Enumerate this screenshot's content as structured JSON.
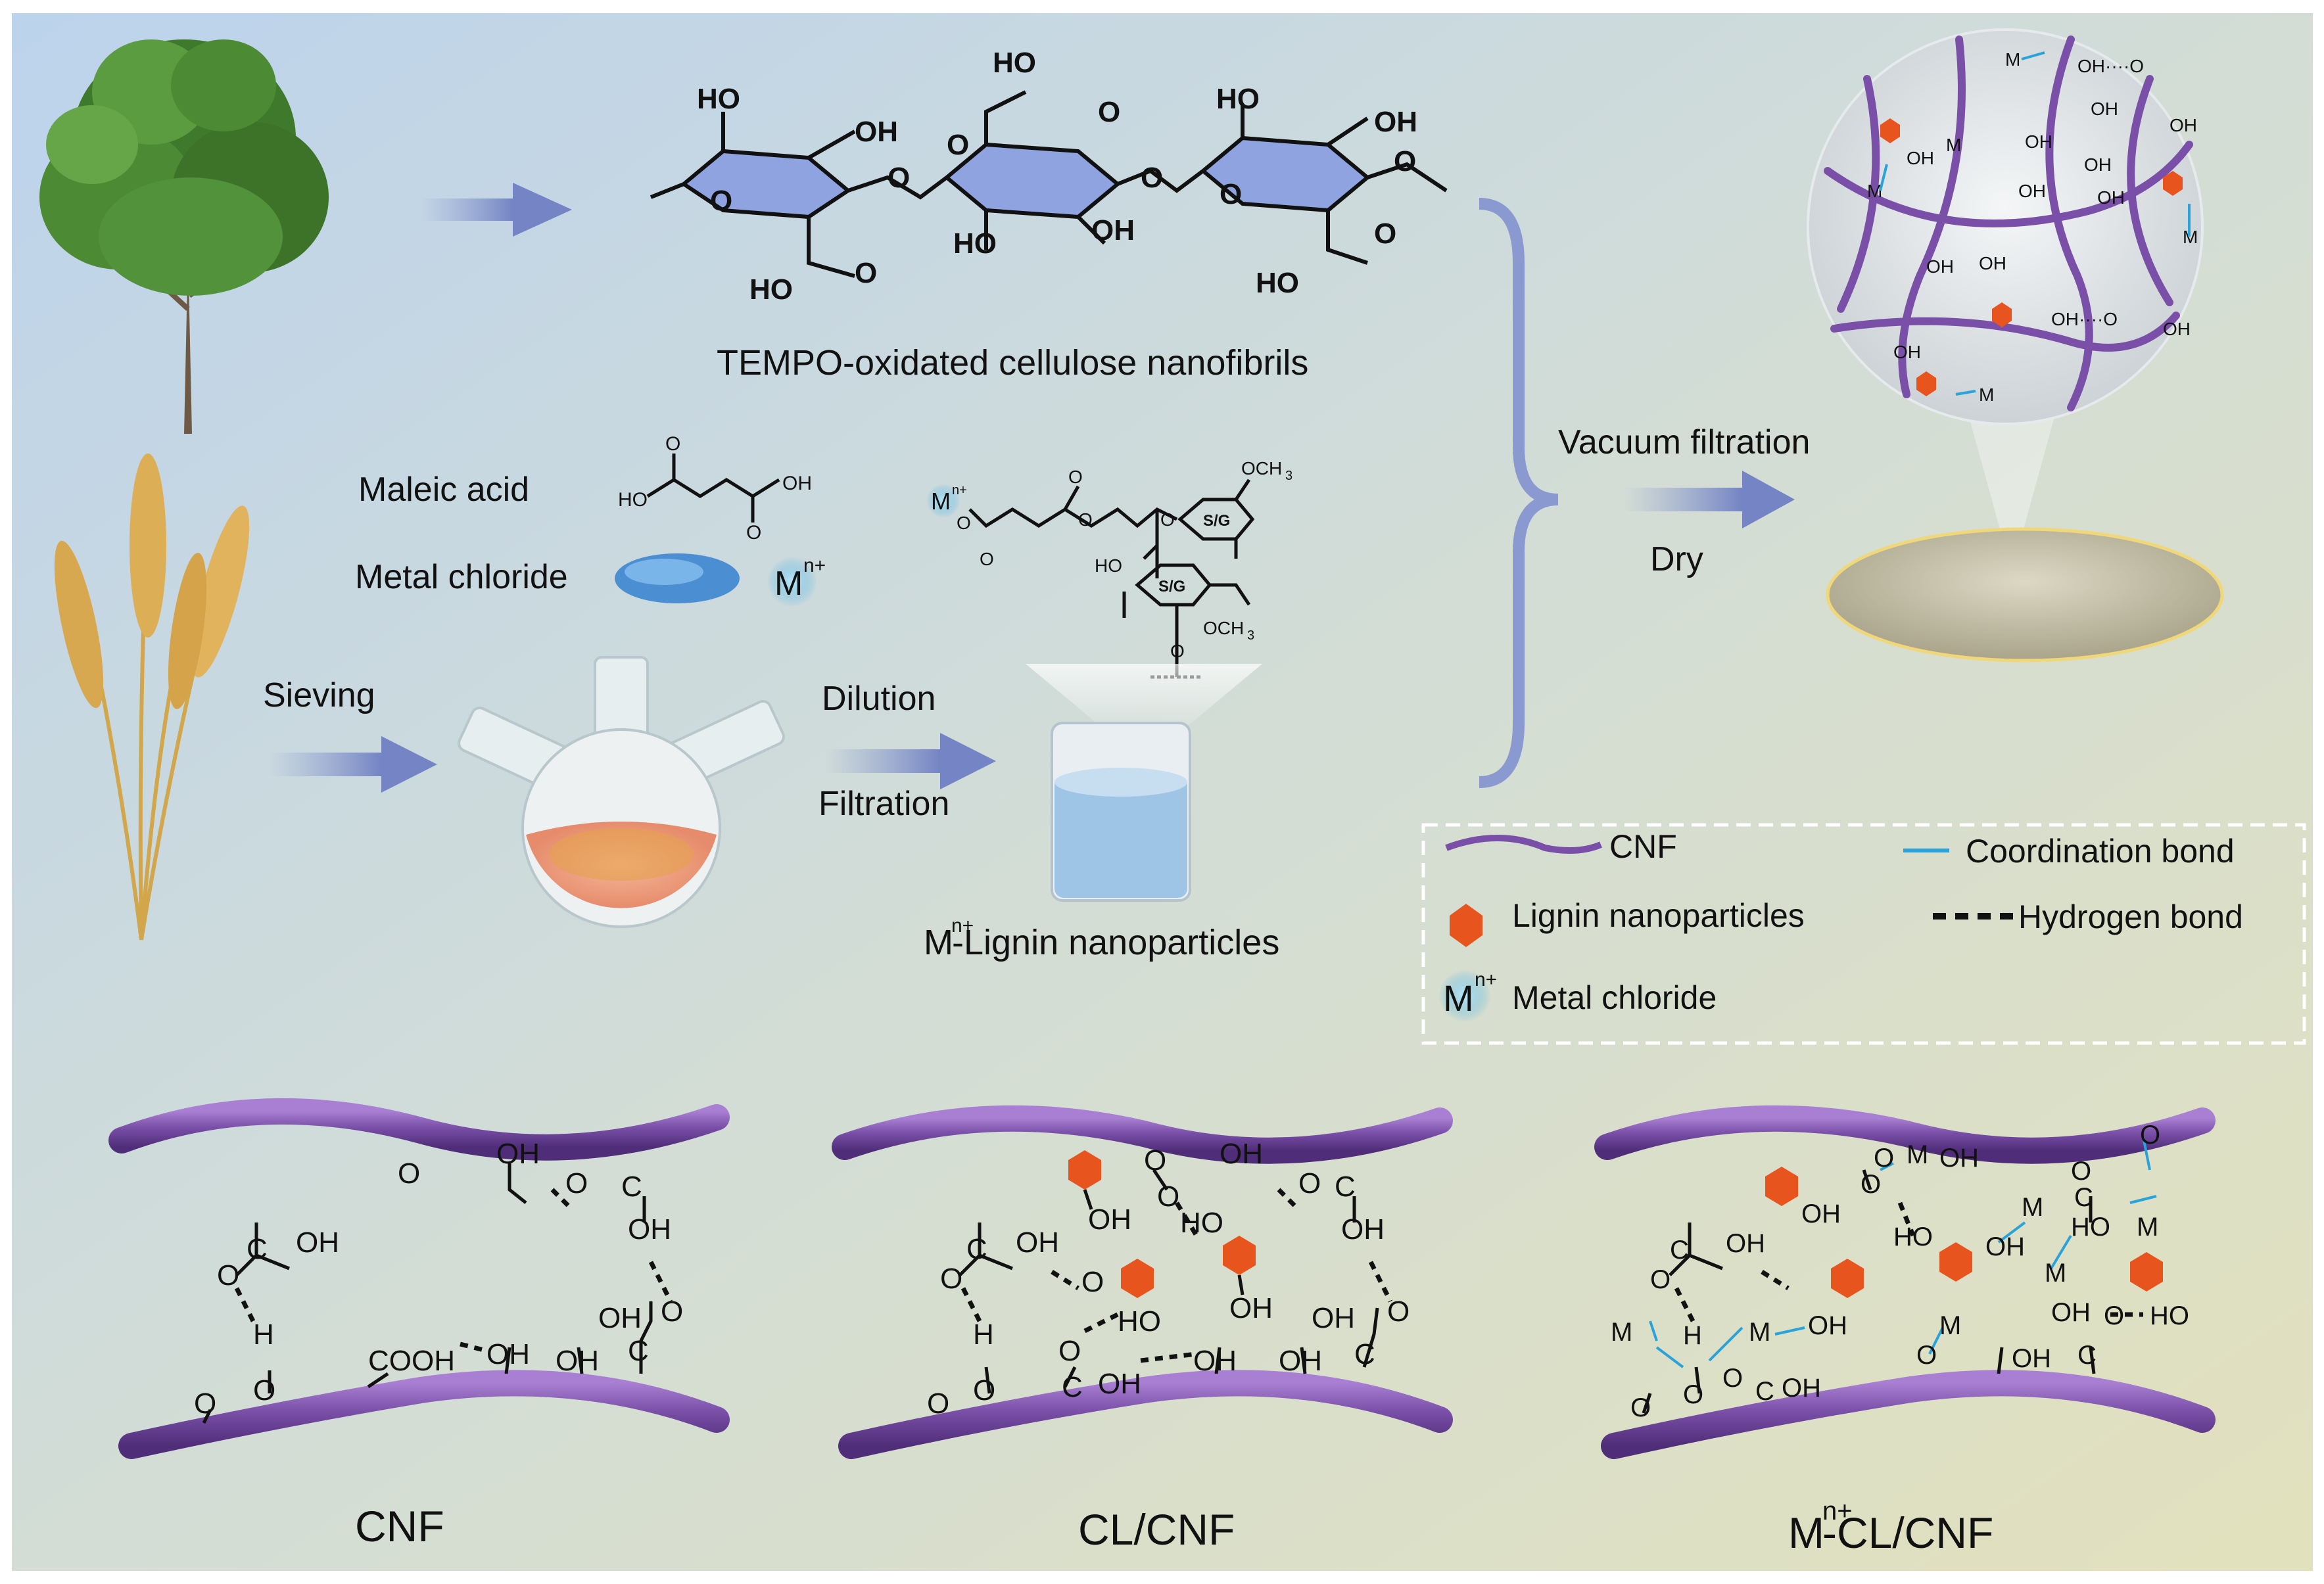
{
  "labels": {
    "tempo": "TEMPO-oxidated cellulose nanofibrils",
    "maleic": "Maleic acid",
    "metal_chloride": "Metal chloride",
    "sieving": "Sieving",
    "dilution": "Dilution",
    "filtration": "Filtration",
    "lnp_prefix": "M",
    "lnp_sup": "n+",
    "lnp_suffix": "-Lignin nanoparticles",
    "vacuum": "Vacuum filtration",
    "dry": "Dry",
    "m_symbol": "M",
    "m_sup": "n+"
  },
  "chem": {
    "oh": "OH",
    "ho": "HO",
    "o": "O",
    "h": "H",
    "cooh": "COOH",
    "c": "C",
    "sg": "S/G",
    "och3": "OCH",
    "sub3": "3",
    "oh_dots": "OH····O",
    "m_small": "M",
    "sup_small": "n+"
  },
  "legend": {
    "cnf": "CNF",
    "coordination": "Coordination bond",
    "lignin": "Lignin nanoparticles",
    "hydrogen": "Hydrogen bond",
    "metal": "Metal chloride",
    "metal_sym": "M",
    "metal_sup": "n+"
  },
  "panels": {
    "cnf": "CNF",
    "clcnf": "CL/CNF",
    "m_prefix": "M",
    "m_sup": "n+",
    "m_suffix": "-CL/CNF"
  },
  "colors": {
    "fiber": "#7a4fa8",
    "lignin": "#e8541e",
    "coordination": "#29a3d9",
    "metal_glow": "#7fd3f5",
    "arrow": "#8a9ad0"
  }
}
